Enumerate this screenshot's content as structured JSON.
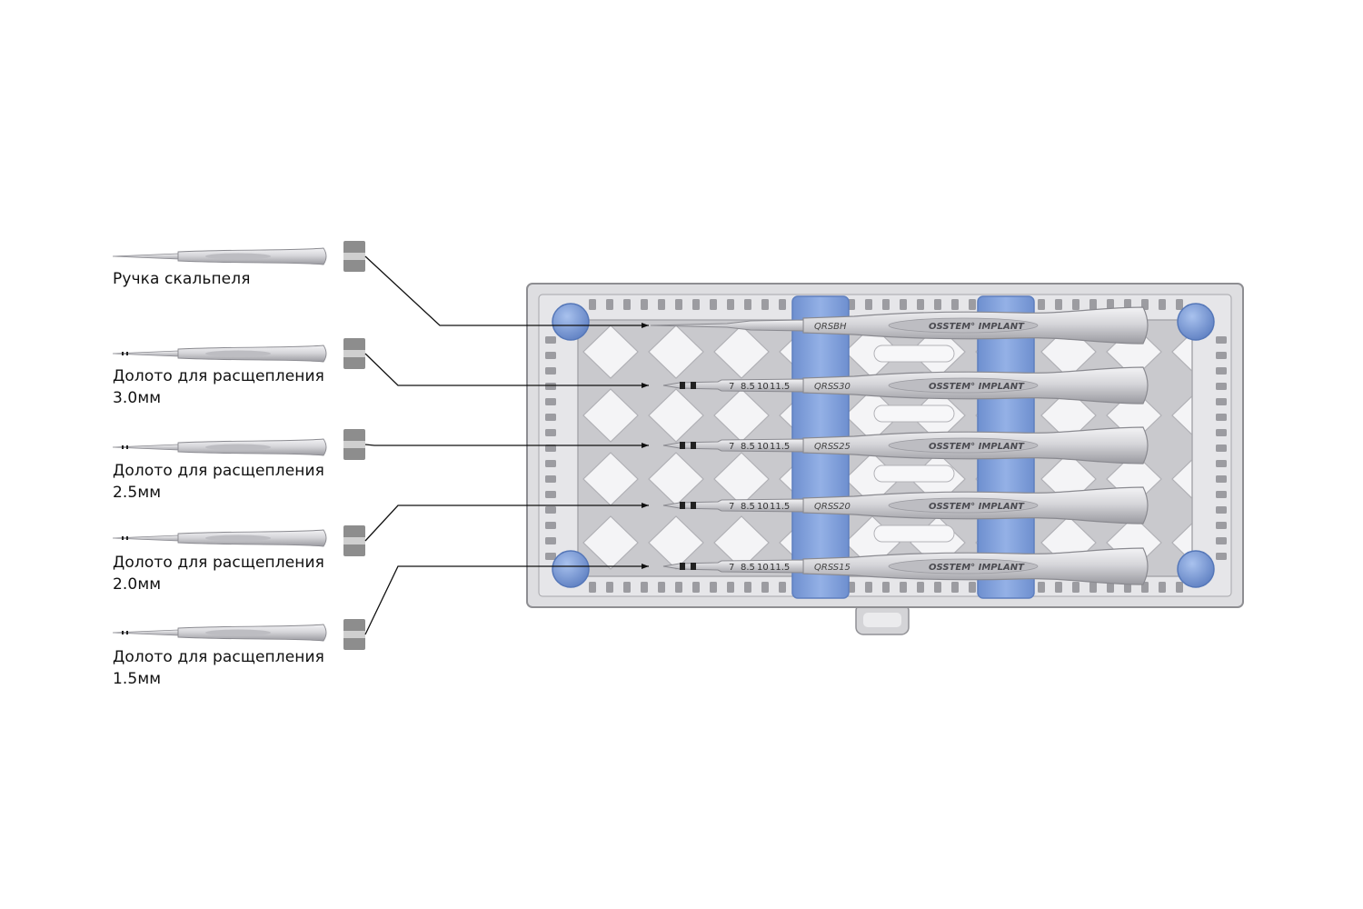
{
  "brand": {
    "name": "OSSTEM",
    "suffix": "IMPLANT"
  },
  "depth_marks": [
    "7",
    "8.5",
    "10",
    "11.5"
  ],
  "instruments": [
    {
      "code": "QRSBH",
      "label_lines": [
        "Ручка скальпеля"
      ],
      "type": "handle"
    },
    {
      "code": "QRSS30",
      "label_lines": [
        "Долото для расщепления",
        "3.0мм"
      ],
      "type": "chisel"
    },
    {
      "code": "QRSS25",
      "label_lines": [
        "Долото для расщепления",
        "2.5мм"
      ],
      "type": "chisel"
    },
    {
      "code": "QRSS20",
      "label_lines": [
        "Долото для расщепления",
        "2.0мм"
      ],
      "type": "chisel"
    },
    {
      "code": "QRSS15",
      "label_lines": [
        "Долото для расщепления",
        "1.5мм"
      ],
      "type": "chisel"
    }
  ],
  "colors": {
    "tray": "#e2e2e4",
    "tray_border": "#8e8e92",
    "holder_blue": "#7f9fd8",
    "holder_blue_dark": "#5e7fbf",
    "connector_gray": "#8c8c8c",
    "leader_line": "#111111",
    "handle_silver": "#c9c9cc"
  }
}
